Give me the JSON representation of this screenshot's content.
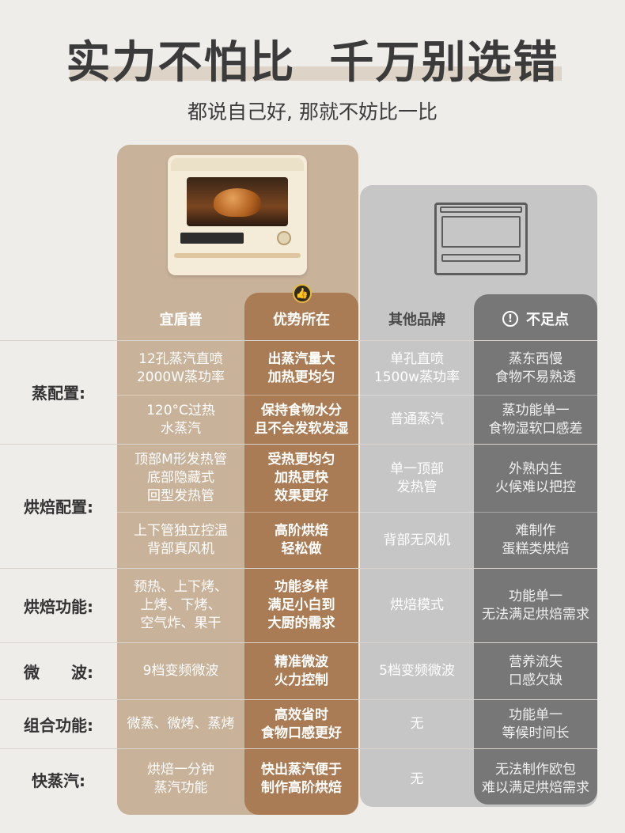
{
  "title": "实力不怕比  千万别选错",
  "subtitle": "都说自己好, 那就不妨比一比",
  "headers": {
    "brand": "宜盾普",
    "advantage": "优势所在",
    "other": "其他品牌",
    "weakness": "不足点"
  },
  "categories": [
    {
      "label": "蒸配置:"
    },
    {
      "label": "烘焙配置:"
    },
    {
      "label": "烘焙功能:"
    },
    {
      "label": "微　　波:"
    },
    {
      "label": "组合功能:"
    },
    {
      "label": "快蒸汽:"
    }
  ],
  "rows": [
    {
      "brand": "12孔蒸汽直喷\n2000W蒸功率",
      "advantage": "出蒸汽量大\n加热更均匀",
      "other": "单孔直喷\n1500w蒸功率",
      "weakness": "蒸东西慢\n食物不易熟透"
    },
    {
      "brand": "120°C过热\n水蒸汽",
      "advantage": "保持食物水分\n且不会发软发湿",
      "other": "普通蒸汽",
      "weakness": "蒸功能单一\n食物湿软口感差"
    },
    {
      "brand": "顶部M形发热管\n底部隐藏式\n回型发热管",
      "advantage": "受热更均匀\n加热更快\n效果更好",
      "other": "单一顶部\n发热管",
      "weakness": "外熟内生\n火候难以把控"
    },
    {
      "brand": "上下管独立控温\n背部真风机",
      "advantage": "高阶烘焙\n轻松做",
      "other": "背部无风机",
      "weakness": "难制作\n蛋糕类烘焙"
    },
    {
      "brand": "预热、上下烤、\n上烤、下烤、\n空气炸、果干",
      "advantage": "功能多样\n满足小白到\n大厨的需求",
      "other": "烘焙模式",
      "weakness": "功能单一\n无法满足烘焙需求"
    },
    {
      "brand": "9档变频微波",
      "advantage": "精准微波\n火力控制",
      "other": "5档变频微波",
      "weakness": "营养流失\n口感欠缺"
    },
    {
      "brand": "微蒸、微烤、蒸烤",
      "advantage": "高效省时\n食物口感更好",
      "other": "无",
      "weakness": "功能单一\n等候时间长"
    },
    {
      "brand": "烘焙一分钟\n蒸汽功能",
      "advantage": "快出蒸汽便于\n制作高阶烘焙",
      "other": "无",
      "weakness": "无法制作欧包\n难以满足烘焙需求"
    }
  ],
  "icons": {
    "badge": "thumbs-up-icon",
    "weakness": "info-icon"
  },
  "colors": {
    "brand_column": "#c9b29a",
    "advantage_column": "#aa7c55",
    "other_column": "#c7c6c6",
    "weakness_column": "#787777"
  }
}
